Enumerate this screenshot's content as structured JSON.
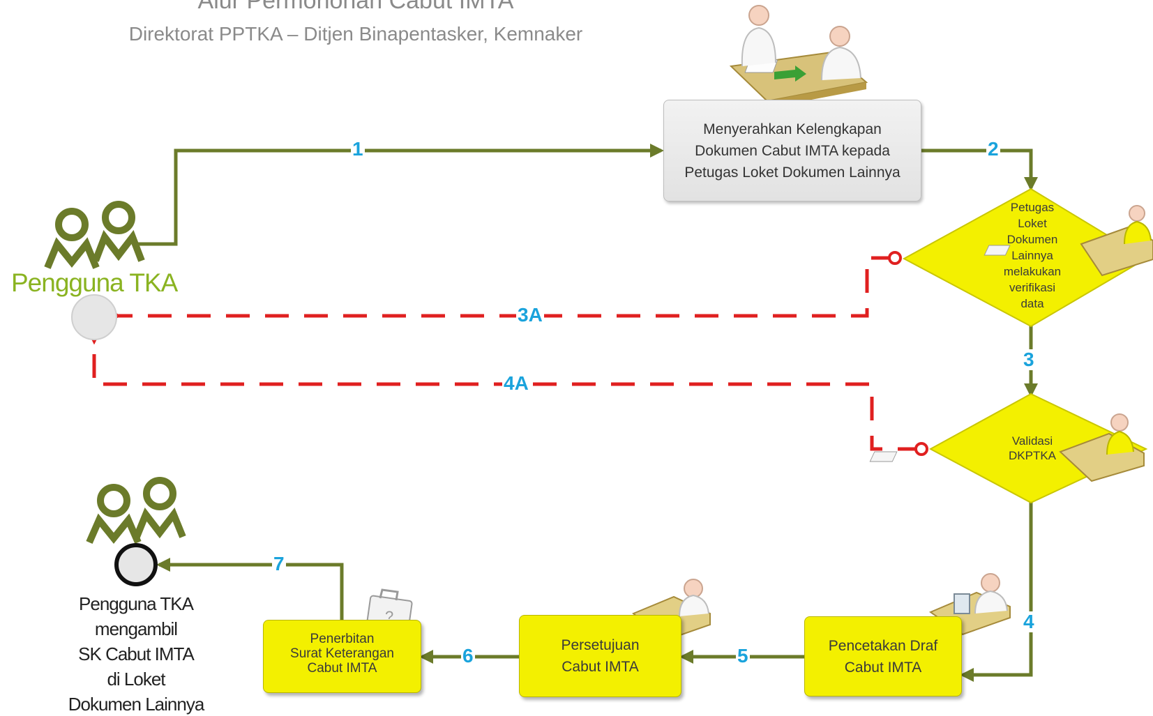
{
  "header": {
    "title": "Alur Permohonan Cabut IMTA",
    "subtitle": "Direktorat PPTKA – Ditjen Binapentasker, Kemnaker"
  },
  "actors": {
    "start_label": "Pengguna TKA",
    "end_label": "Pengguna TKA\nmengambil\nSK Cabut IMTA\ndi Loket\nDokumen Lainnya"
  },
  "process": {
    "submit": "Menyerahkan Kelengkapan\nDokumen Cabut IMTA kepada\nPetugas Loket Dokumen Lainnya",
    "verify": "Petugas\nLoket\nDokumen\nLainnya\nmelakukan\nverifikasi\ndata",
    "validate": "Validasi\nDKPTKA",
    "print_draft": "Pencetakan Draf\nCabut IMTA",
    "approval": "Persetujuan\nCabut IMTA",
    "issuance": "Penerbitan\nSurat Keterangan\nCabut IMTA"
  },
  "steps": {
    "s1": "1",
    "s2": "2",
    "s3": "3",
    "s3a": "3A",
    "s4": "4",
    "s4a": "4A",
    "s5": "5",
    "s6": "6",
    "s7": "7"
  },
  "colors": {
    "flow": "#6b7b2a",
    "reject": "#e02020",
    "decision": "#f3f000",
    "actor": "#6b7b2a",
    "step_number": "#1aa3dc"
  },
  "icons": {
    "actor": "users-icon",
    "clerk": "person-at-desk-icon",
    "handover": "handover-desk-icon",
    "briefcase": "briefcase-icon"
  }
}
